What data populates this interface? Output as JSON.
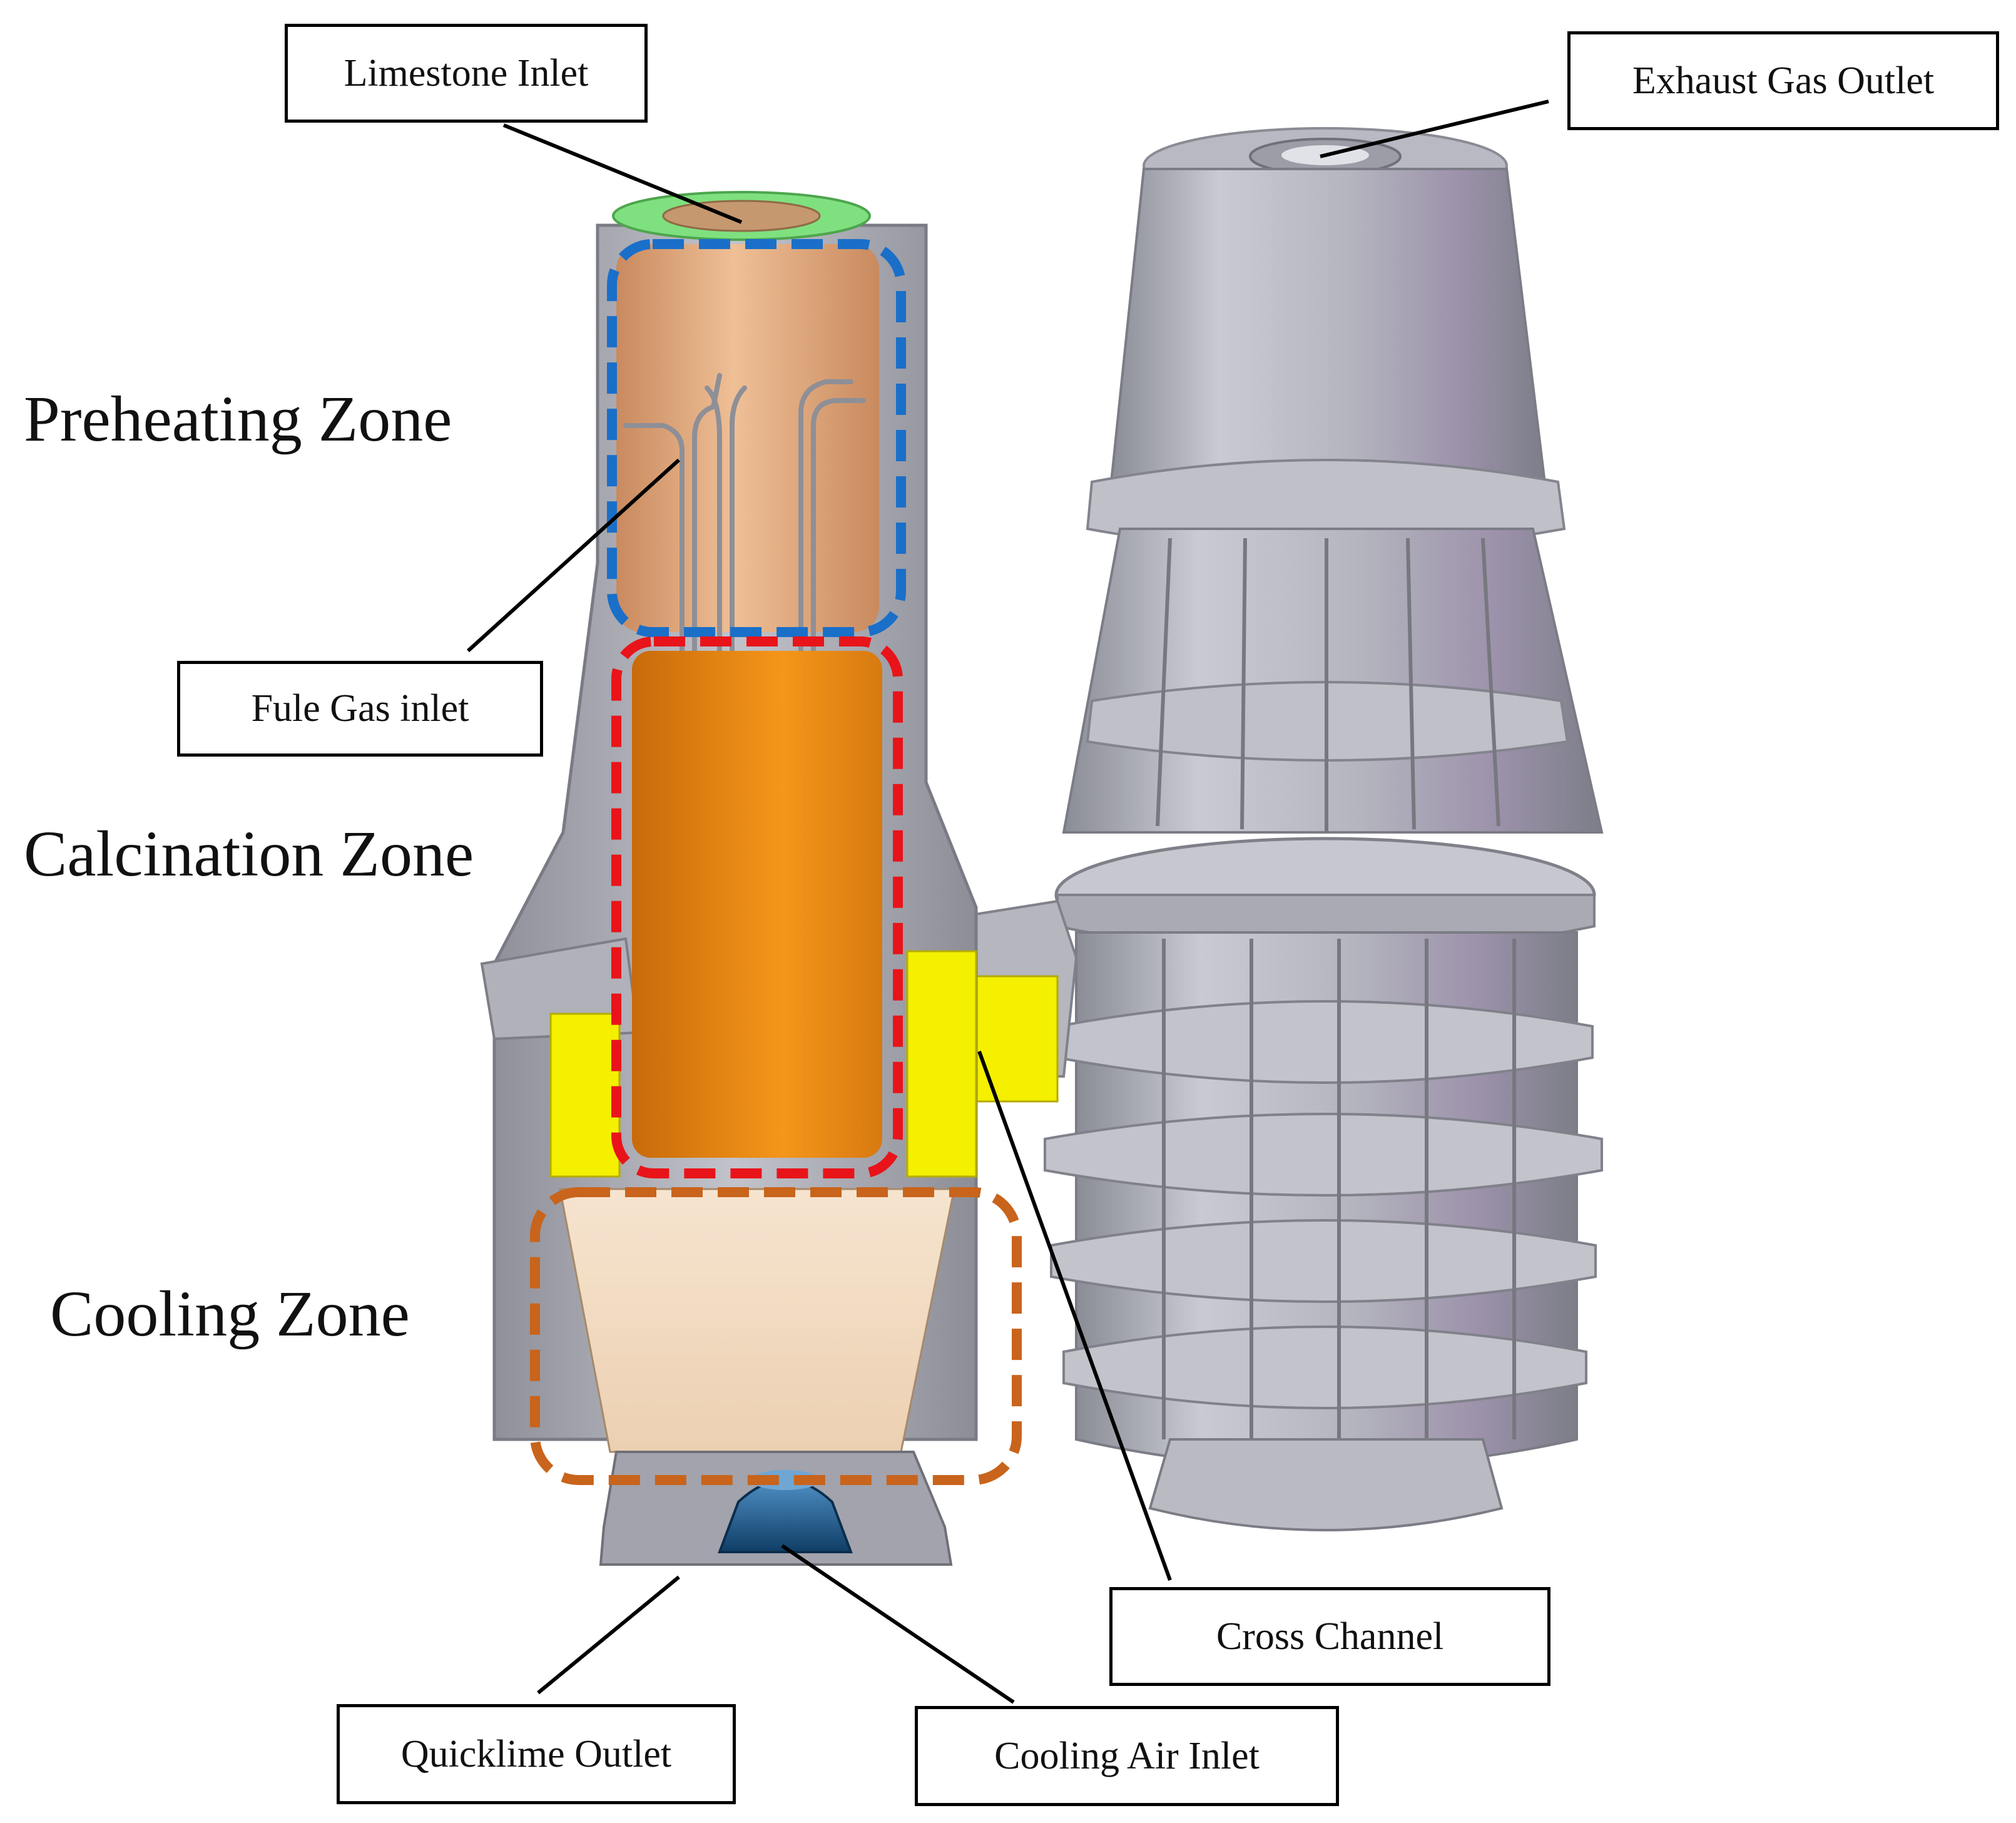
{
  "labels": {
    "limestone_inlet": "Limestone Inlet",
    "exhaust_gas_outlet": "Exhaust Gas Outlet",
    "fule_gas_inlet": "Fule Gas inlet",
    "cross_channel": "Cross Channel",
    "quicklime_outlet": "Quicklime Outlet",
    "cooling_air_inlet": "Cooling Air Inlet"
  },
  "zones": {
    "preheating": "Preheating Zone",
    "calcination": "Calcination Zone",
    "cooling": "Cooling Zone"
  },
  "colors": {
    "preheating_outline": "#1a6fc9",
    "calcination_outline": "#e8141a",
    "cooling_outline": "#c8641c",
    "steel_gray": "#a7a9b3",
    "refractory_yellow": "#f4f000",
    "calcination_fill": "#e8850f",
    "preheating_fill": "#e0a57c",
    "cooling_fill": "#f2dcc3",
    "inlet_green": "#7fe07f",
    "air_blue": "#1e5f93"
  }
}
